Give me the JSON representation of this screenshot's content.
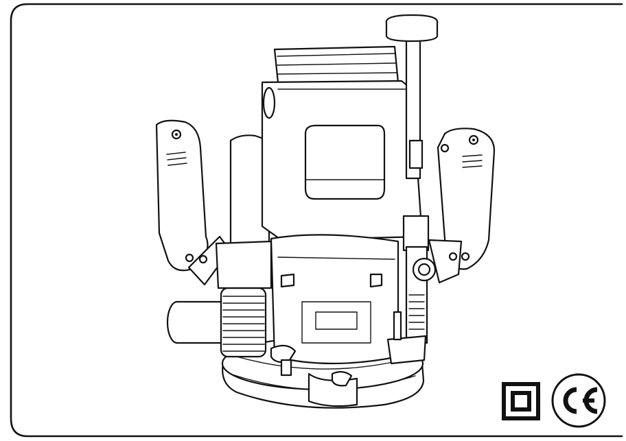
{
  "illustration": {
    "subject": "plunge router"
  },
  "marks": {
    "double_insulation": "double-insulation-symbol",
    "ce_mark": {
      "text": "CE"
    }
  },
  "colors": {
    "ink": "#111111",
    "paper": "#ffffff"
  }
}
